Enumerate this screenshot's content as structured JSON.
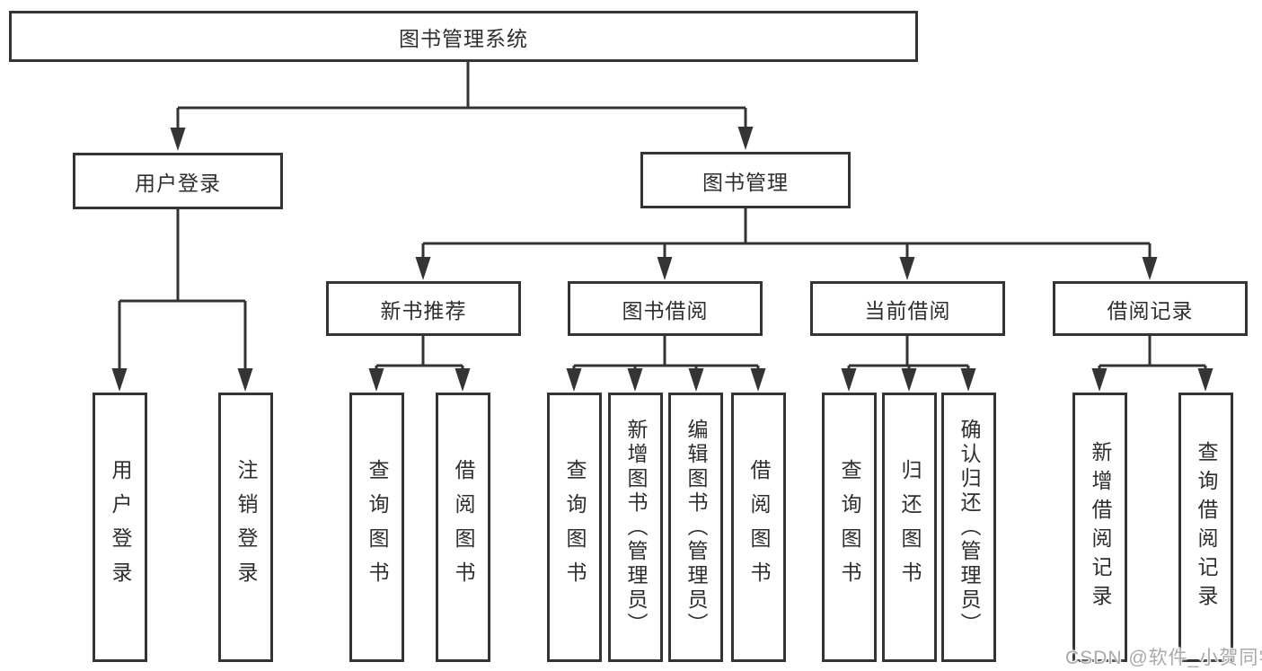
{
  "diagram": {
    "root": {
      "label": "图书管理系统"
    },
    "level2": [
      {
        "label": "用户登录"
      },
      {
        "label": "图书管理"
      }
    ],
    "level3": [
      {
        "label": "新书推荐"
      },
      {
        "label": "图书借阅"
      },
      {
        "label": "当前借阅"
      },
      {
        "label": "借阅记录"
      }
    ],
    "leaves": [
      "用户登录",
      "注销登录",
      "查询图书",
      "借阅图书",
      "查询图书",
      "新增图书（管理员）",
      "编辑图书（管理员）",
      "借阅图书",
      "查询图书",
      "归还图书",
      "确认归还（管理员）",
      "新增借阅记录",
      "查询借阅记录"
    ]
  },
  "watermark": "CSDN @软件_小贺同学",
  "colors": {
    "line": "#343434",
    "text": "#2e2e2e",
    "watermark": "#a9a9a9",
    "background": "#ffffff"
  }
}
